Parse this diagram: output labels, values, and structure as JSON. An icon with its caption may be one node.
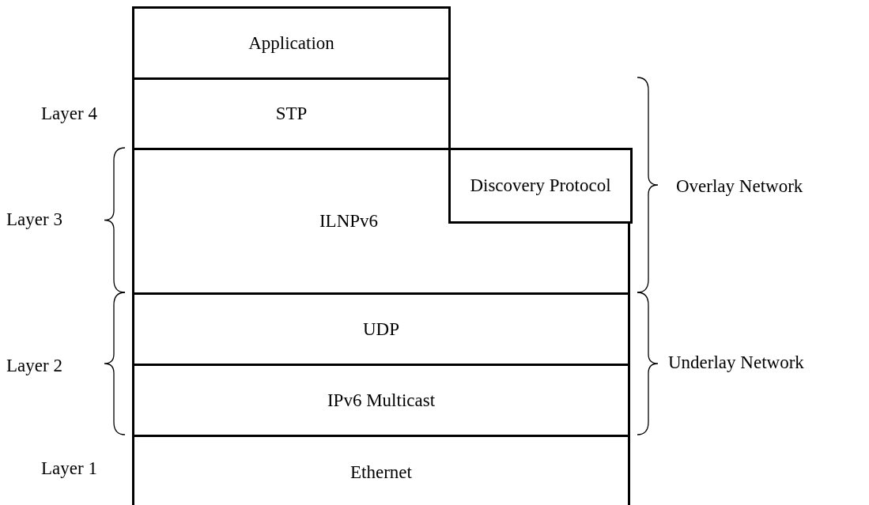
{
  "diagram": {
    "nodes": [
      {
        "text": [
          "Application"
        ]
      },
      {
        "text": [
          "STP"
        ]
      },
      {
        "text": [
          "ILNPv6"
        ]
      },
      {
        "text": [
          "Discovery Protocol"
        ],
        "in": 2
      },
      {
        "text": [
          "UDP"
        ]
      },
      {
        "text": [
          "IPv6 Multicast"
        ]
      },
      {
        "text": [
          "Ethernet"
        ]
      }
    ],
    "edges": [],
    "labels": [
      "Layer 4",
      "Layer 3",
      "Overlay Network",
      "Layer 2",
      "Underlay Network",
      "Layer 1"
    ]
  }
}
